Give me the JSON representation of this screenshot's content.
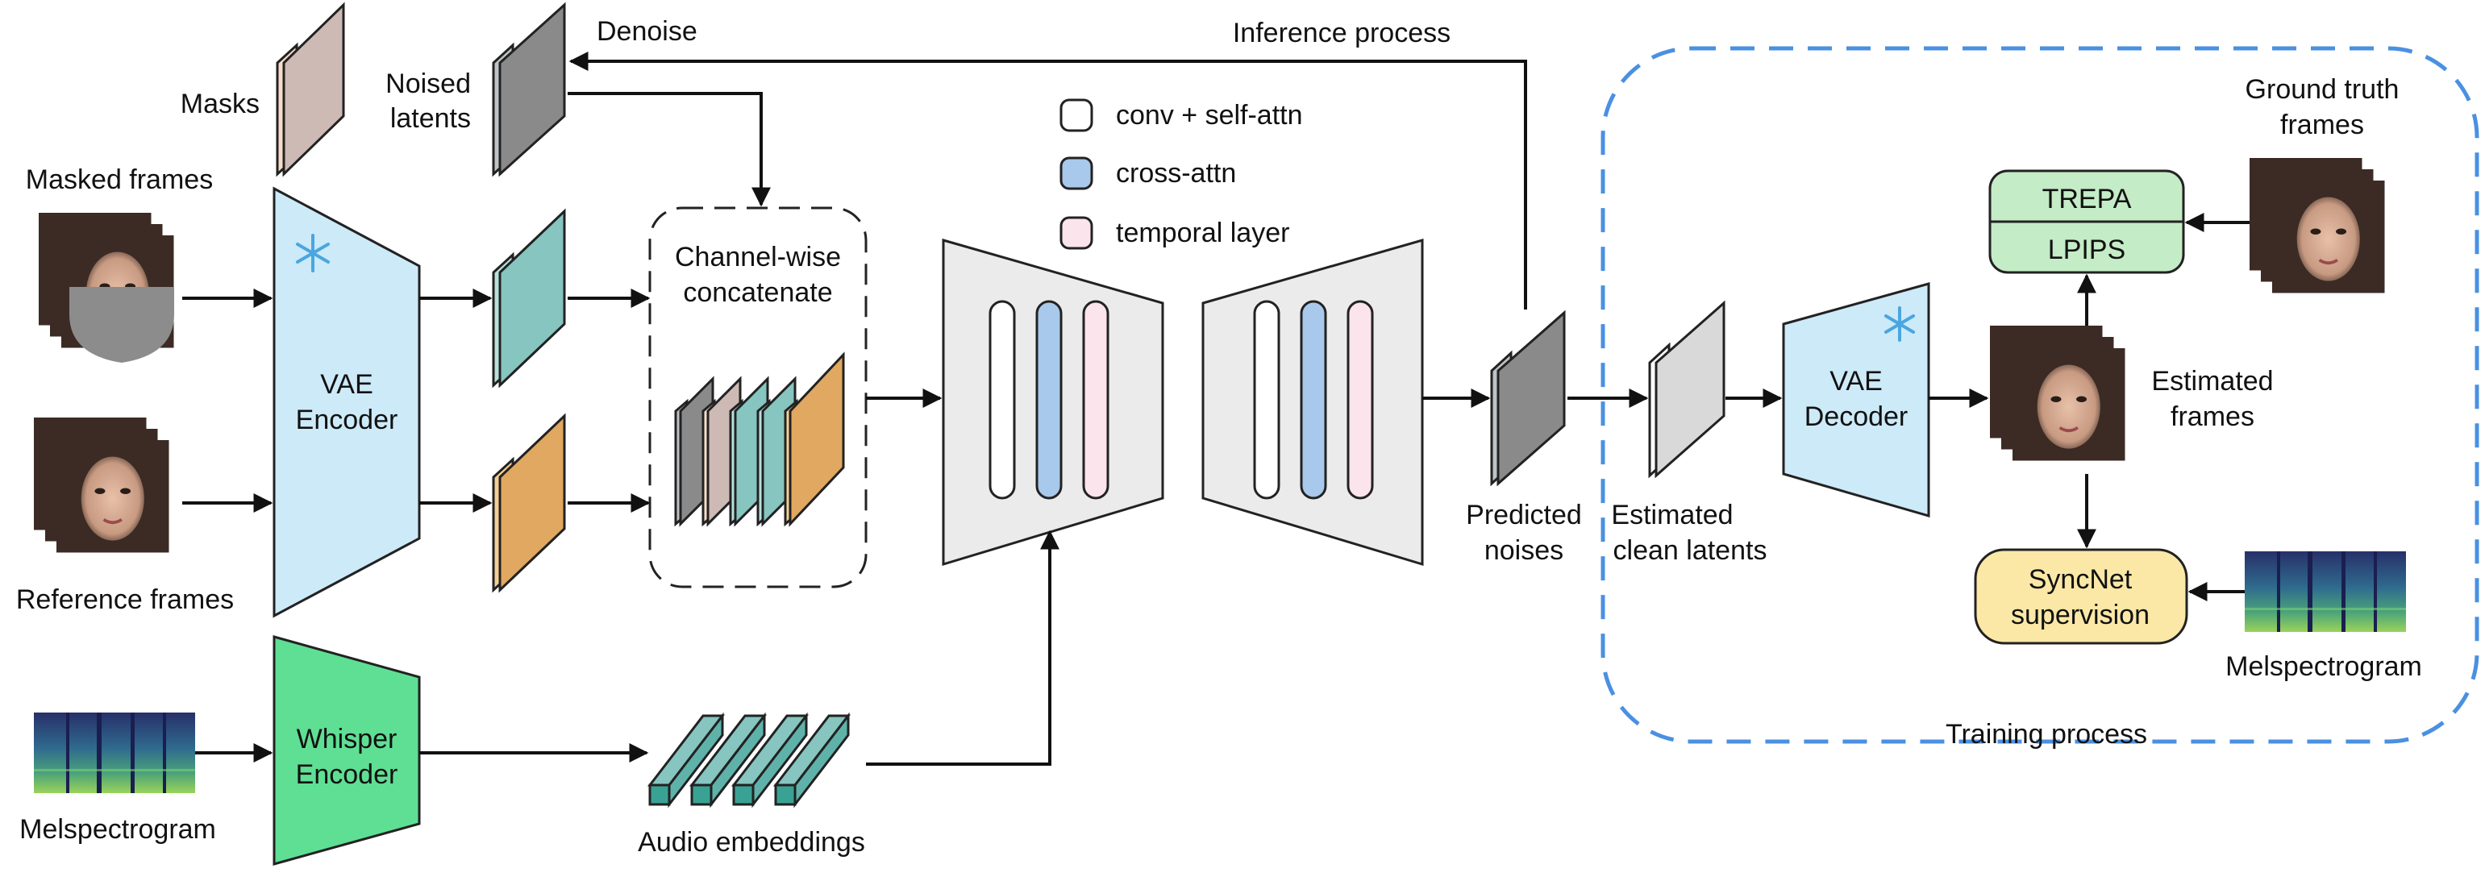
{
  "labels": {
    "masks": "Masks",
    "noised_latents_1": "Noised",
    "noised_latents_2": "latents",
    "denoise": "Denoise",
    "masked_frames": "Masked frames",
    "reference_frames": "Reference frames",
    "vae_encoder_1": "VAE",
    "vae_encoder_2": "Encoder",
    "channel_concat_1": "Channel-wise",
    "channel_concat_2": "concatenate",
    "inference_process": "Inference process",
    "whisper_encoder_1": "Whisper",
    "whisper_encoder_2": "Encoder",
    "melspectrogram_left": "Melspectrogram",
    "audio_embeddings": "Audio embeddings",
    "predicted_noises_1": "Predicted",
    "predicted_noises_2": "noises",
    "estimated_clean_latents_1": "Estimated",
    "estimated_clean_latents_2": "clean latents",
    "vae_decoder_1": "VAE",
    "vae_decoder_2": "Decoder",
    "ground_truth_1": "Ground truth",
    "ground_truth_2": "frames",
    "estimated_frames_1": "Estimated",
    "estimated_frames_2": "frames",
    "trepa": "TREPA",
    "lpips": "LPIPS",
    "syncnet_1": "SyncNet",
    "syncnet_2": "supervision",
    "melspectrogram_right": "Melspectrogram",
    "training_process": "Training process"
  },
  "legend": [
    {
      "label": "conv + self-attn",
      "color": "#ffffff"
    },
    {
      "label": "cross-attn",
      "color": "#a8c8ec"
    },
    {
      "label": "temporal layer",
      "color": "#fbe4ec"
    }
  ],
  "colors": {
    "vae": "#cdeaf8",
    "whisper": "#5fdf94",
    "unet": "#ebebeb",
    "teal_latent": "#86c5c0",
    "orange_latent": "#e0a860",
    "gray_latent": "#8a8a8a",
    "mask_latent": "#cdbab4",
    "loss_green": "#c4ecc6",
    "sync_yellow": "#fbe8a6",
    "training_border": "#4a90e2"
  },
  "icons": [
    "snowflake-icon",
    "face-image",
    "spectrogram-image"
  ]
}
